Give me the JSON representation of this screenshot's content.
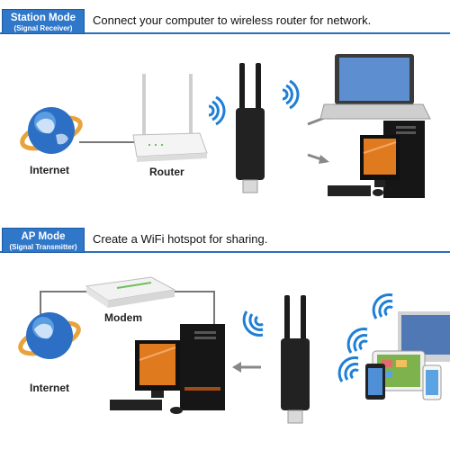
{
  "station": {
    "mode_title": "Station Mode",
    "mode_subtitle": "(Signal Receiver)",
    "tagline": "Connect your computer to wireless router for network.",
    "labels": {
      "internet": "Internet",
      "router": "Router"
    }
  },
  "ap": {
    "mode_title": "AP Mode",
    "mode_subtitle": "(Signal Transmitter)",
    "tagline": "Create  a WiFi hotspot for sharing.",
    "labels": {
      "internet": "Internet",
      "modem": "Modem"
    }
  },
  "colors": {
    "accent": "#2f77c9",
    "monitor_orange": "#e07a1e"
  }
}
